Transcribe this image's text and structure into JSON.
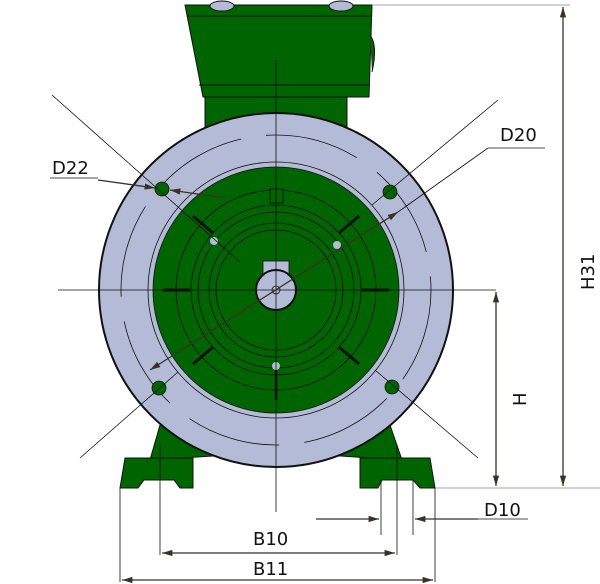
{
  "title": "Motor front view dimensions",
  "labels": {
    "d22": "D22",
    "d20": "D20",
    "h31": "H31",
    "h": "H",
    "d10": "D10",
    "b10": "B10",
    "b11": "B11"
  },
  "colors": {
    "body": "#006400",
    "flange": "#b4bbd6",
    "line": "#111111",
    "arrow": "#3a3225"
  }
}
